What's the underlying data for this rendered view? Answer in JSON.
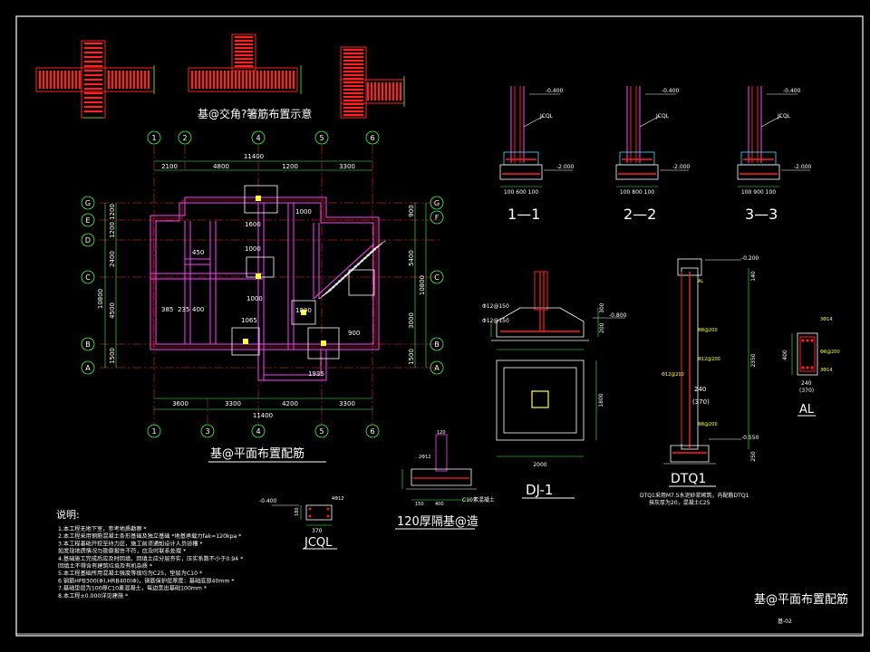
{
  "colors": {
    "background": "#000000",
    "frame": "#ffffff",
    "dimension": "#3cff3c",
    "rebar": "#ff2020",
    "beam": "#ff40ff",
    "grid": "#ff3030",
    "concrete": "#ffff40",
    "cyan": "#40e0ff"
  },
  "titles": {
    "corner_detail": "基@交角?箸筋布置示意",
    "plan": "基@平面布置配筋",
    "sheet": "基@平面布置配筋",
    "wall_section": "120厚隔基@造",
    "dj1": "DJ-1",
    "dtq1": "DTQ1",
    "jcql": "JCQL",
    "al": "AL",
    "drawing_no": "基-02"
  },
  "sections": [
    {
      "label": "1—1",
      "top_level": "-0.400",
      "bottom_level": "-2.000",
      "beam": "JCQL",
      "dims": "100 600 100"
    },
    {
      "label": "2—2",
      "top_level": "-0.400",
      "bottom_level": "-2.000",
      "beam": "JCQL",
      "dims": "100 800 100"
    },
    {
      "label": "3—3",
      "top_level": "-0.400",
      "bottom_level": "-2.000",
      "beam": "JCQL",
      "dims": "100 900 100"
    }
  ],
  "grid_top": [
    "1",
    "2",
    "4",
    "5",
    "6"
  ],
  "grid_bottom": [
    "1",
    "3",
    "4",
    "5",
    "6"
  ],
  "grid_left": [
    "G",
    "E",
    "D",
    "C",
    "B",
    "A"
  ],
  "grid_right": [
    "G",
    "F",
    "C",
    "B",
    "A"
  ],
  "dims": {
    "top_total": "11400",
    "top_spans": [
      "2100",
      "4800",
      "1200",
      "3300"
    ],
    "bottom_total": "11400",
    "bottom_spans": [
      "3600",
      "3300",
      "4200",
      "3300"
    ],
    "left_total": "10800",
    "left_spans": [
      "1200",
      "1200",
      "2400",
      "4500",
      "1500"
    ],
    "right_total": "10800",
    "right_spans": [
      "900",
      "5400",
      "3000",
      "1500"
    ]
  },
  "plan_labels": [
    "1600",
    "1000",
    "1000",
    "1000",
    "1800",
    "900",
    "450",
    "400",
    "385",
    "235",
    "1065",
    "1935"
  ],
  "notes": {
    "heading": "说明:",
    "lines": [
      "1.本工程无地下室，参考地质勘察 *",
      "2.本工程采用钢筋混凝土条形基础及独立基础 *地基承载力fak=120kpa *",
      "3.本工程基础开挖至持力层，施工前须通知设计人员验槽 *",
      "  如发现地质情况与勘察报告不符，应及时联系处理 *",
      "4.基础施工完成后应及时回填，回填土应分层夯实，压实系数不小于0.94 *",
      "  回填土不得含有建筑垃圾及有机杂质 *",
      "5.本工程基础所用混凝土强度等级均为C25，垫层为C10 *",
      "6.钢筋HPB300(Φ),HRB400(Φ)，钢筋保护层厚度：基础底部40mm *",
      "7.基础垫层为100厚C10素混凝土，每边宽出基础100mm *",
      "8.本工程±0.000详见建施 *"
    ]
  },
  "dtq1": {
    "top_level": "-0.200",
    "mid_level": "-0.550",
    "height": "2350",
    "width_a": "240",
    "width_b": "(370)",
    "dim_140": "140",
    "dim_200": "250",
    "note": "DTQ1采用M7.5水泥砂浆砌筑，内配筋DTQ1",
    "note2": "抹灰厚为20，混凝土C25"
  },
  "dj1": {
    "top_level": "-0.800",
    "dim_plan": "2000",
    "dim_side": "1800",
    "rebar_a": "Φ12@150",
    "rebar_b": "Φ12@150",
    "h1": "300",
    "h2": "200"
  },
  "jcql": {
    "level": "-0.400",
    "width": "370",
    "height": "180",
    "rebar": "4Φ12"
  },
  "wall": {
    "width": "120",
    "dims": "120",
    "label1": "C10素混凝土",
    "label2": "2Φ12",
    "d1": "400",
    "d2": "150"
  },
  "al": {
    "dim_w": "240",
    "dim_w2": "(370)",
    "dim_h": "400",
    "rebar1": "3Φ14",
    "rebar2": "3Φ14",
    "stirrup": "Φ6@200"
  }
}
